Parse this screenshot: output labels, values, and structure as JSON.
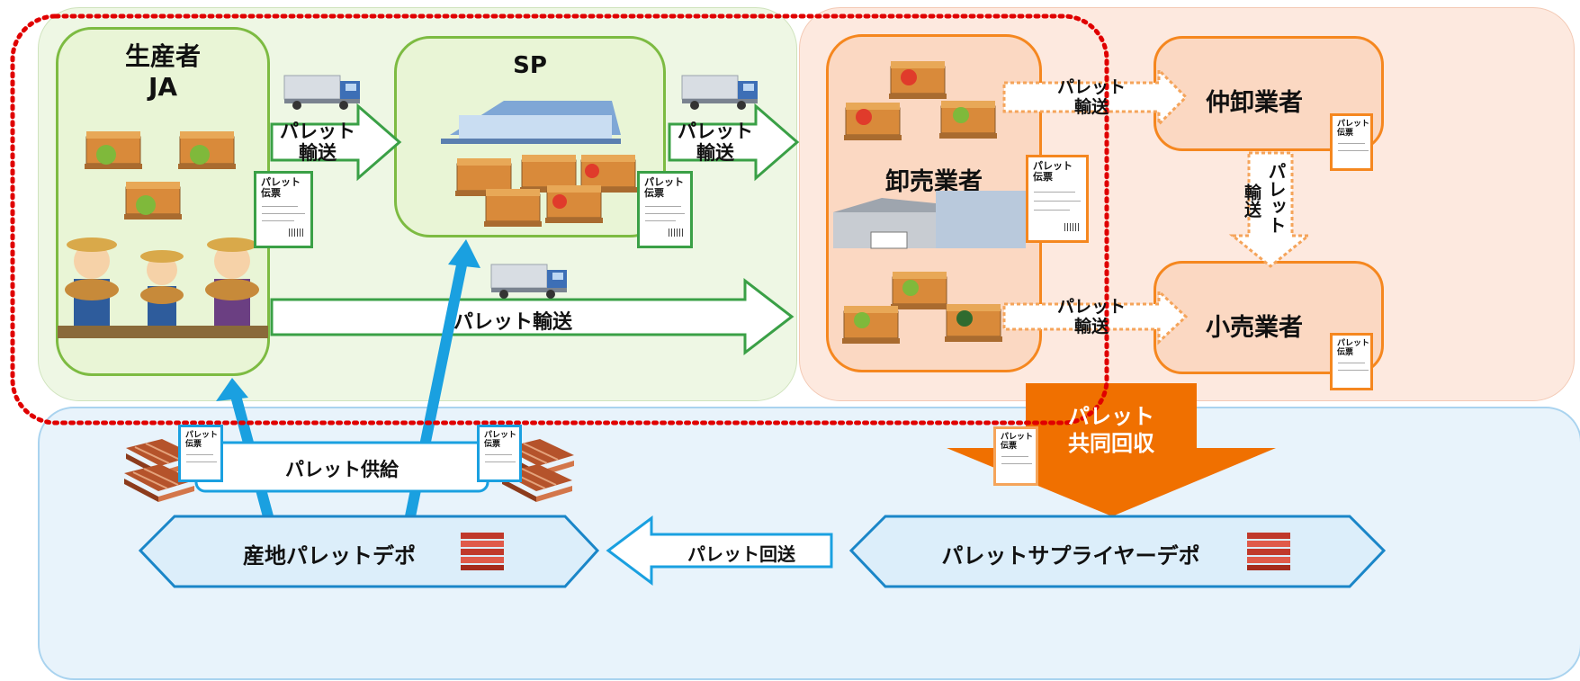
{
  "nodes": {
    "producer": {
      "line1": "生産者",
      "line2": "JA"
    },
    "sp": "SP",
    "wholesaler": "卸売業者",
    "intermediate": "仲卸業者",
    "retailer": "小売業者",
    "origin_depot": "産地パレットデポ",
    "supplier_depot": "パレットサプライヤーデポ"
  },
  "arrows": {
    "producer_to_sp": {
      "line1": "パレット",
      "line2": "輸送"
    },
    "sp_to_wholesale": {
      "line1": "パレット",
      "line2": "輸送"
    },
    "producer_to_wholesale": "パレット輸送",
    "wholesale_to_intermediate": {
      "line1": "パレット",
      "line2": "輸送"
    },
    "wholesale_to_retail": {
      "line1": "パレット",
      "line2": "輸送"
    },
    "intermediate_to_retail": {
      "col1": "輸送",
      "col2": "パレット"
    },
    "supply": "パレット供給",
    "return": "パレット回送",
    "joint_collection": {
      "line1": "パレット",
      "line2": "共同回収"
    }
  },
  "slip": {
    "line1": "パレット",
    "line2": "伝票"
  },
  "colors": {
    "green_panel": "#eef7e4",
    "green_border": "#6ab04c",
    "orange_panel": "#fde9df",
    "orange_border": "#f5871f",
    "blue_panel": "#e8f3fb",
    "blue_arrow": "#1aa0e0",
    "collect_arrow": "#f07000",
    "dashed_red": "#e00000"
  }
}
